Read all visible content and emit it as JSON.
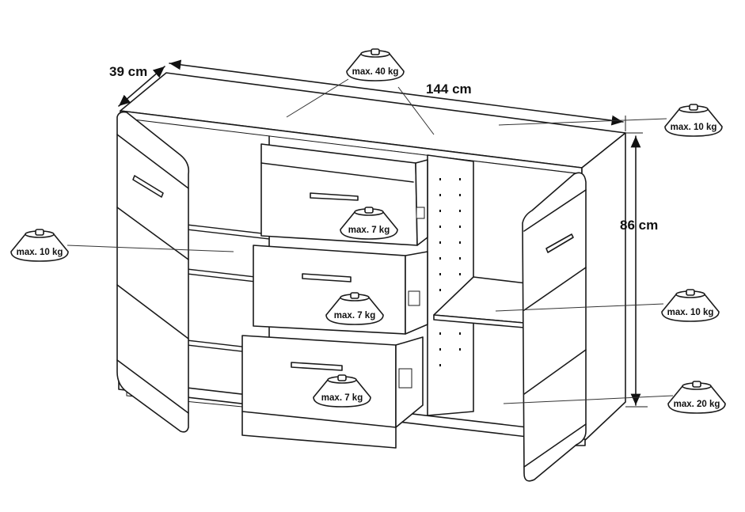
{
  "dimensions": {
    "depth": "39 cm",
    "width": "144 cm",
    "height": "86 cm"
  },
  "weight_labels": {
    "top": "max. 40 kg",
    "right_top": "max. 10 kg",
    "left_shelf": "max. 10 kg",
    "drawer_1": "max. 7 kg",
    "drawer_2": "max. 7 kg",
    "drawer_3": "max. 7 kg",
    "right_shelf": "max. 10 kg",
    "right_bottom": "max. 20 kg"
  },
  "icons": [
    "weight-icon"
  ]
}
